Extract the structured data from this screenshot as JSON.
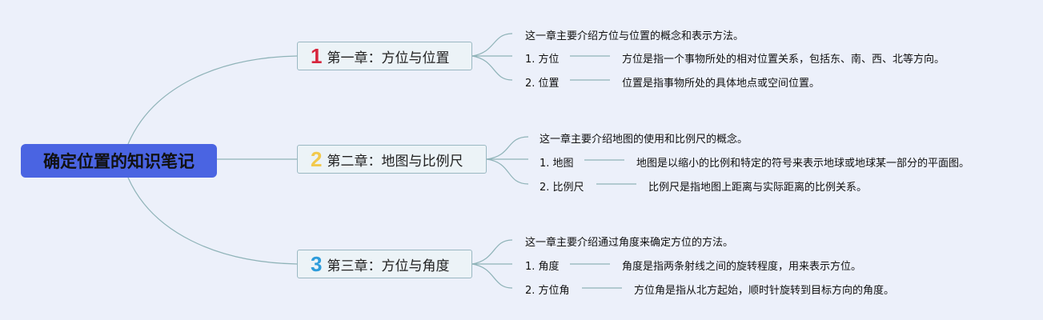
{
  "root": {
    "label": "确定位置的知识笔记"
  },
  "chapters": [
    {
      "number": "1",
      "number_color": "#d7263d",
      "title": "第一章：方位与位置",
      "intro": "这一章主要介绍方位与位置的概念和表示方法。",
      "items": [
        {
          "term": "1. 方位",
          "definition": "方位是指一个事物所处的相对位置关系，包括东、南、西、北等方向。"
        },
        {
          "term": "2. 位置",
          "definition": "位置是指事物所处的具体地点或空间位置。"
        }
      ]
    },
    {
      "number": "2",
      "number_color": "#f2c94c",
      "title": "第二章：地图与比例尺",
      "intro": "这一章主要介绍地图的使用和比例尺的概念。",
      "items": [
        {
          "term": "1. 地图",
          "definition": "地图是以缩小的比例和特定的符号来表示地球或地球某一部分的平面图。"
        },
        {
          "term": "2. 比例尺",
          "definition": "比例尺是指地图上距离与实际距离的比例关系。"
        }
      ]
    },
    {
      "number": "3",
      "number_color": "#2d9cdb",
      "title": "第三章：方位与角度",
      "intro": "这一章主要介绍通过角度来确定方位的方法。",
      "items": [
        {
          "term": "1. 角度",
          "definition": "角度是指两条射线之间的旋转程度，用来表示方位。"
        },
        {
          "term": "2. 方位角",
          "definition": "方位角是指从北方起始，顺时针旋转到目标方向的角度。"
        }
      ]
    }
  ],
  "colors": {
    "background": "#ecf0fa",
    "root": "#4a64e2",
    "connector": "#8fb3b8"
  }
}
